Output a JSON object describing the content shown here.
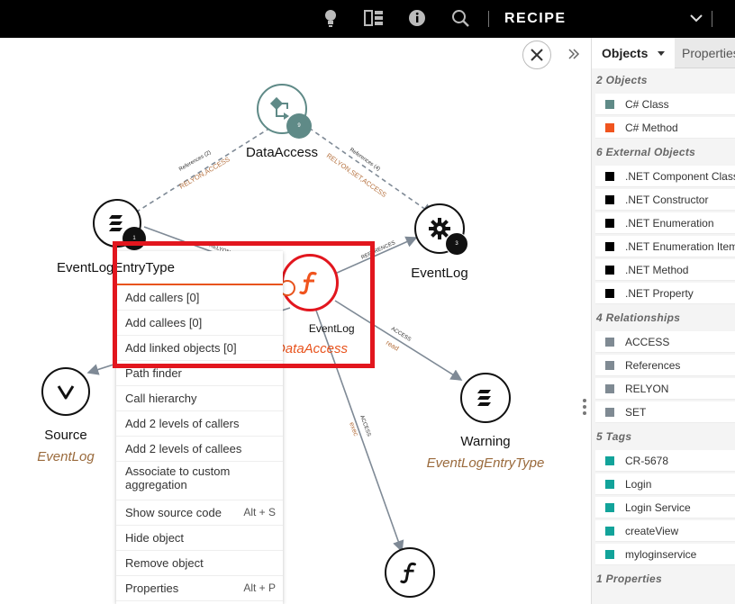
{
  "topbar": {
    "title": "RECIPE",
    "icons": [
      "lightbulb-icon",
      "columns-icon",
      "info-icon",
      "search-icon",
      "chevron-down-icon"
    ]
  },
  "graph": {
    "nodes": {
      "data_access": {
        "label": "DataAccess",
        "badge": "9",
        "icon": "component-icon"
      },
      "event_log_entry_type": {
        "label": "EventLogEntryType",
        "badge": "1",
        "icon": "enumeration-icon"
      },
      "event_log": {
        "label": "EventLog",
        "badge": "3",
        "icon": "gear-icon"
      },
      "write_to_event_log": {
        "label": "WriteToEventLog",
        "sublabel": "DataAccess",
        "icon": "function-icon"
      },
      "source": {
        "label": "Source",
        "sublabel": "EventLog",
        "icon": "property-icon"
      },
      "warning": {
        "label": "Warning",
        "sublabel": "EventLogEntryType",
        "icon": "enumeration-icon"
      },
      "bottom_function": {
        "icon": "function-icon"
      }
    },
    "edge_labels": {
      "ref_left_top": "References (2)",
      "ref_left_bottom": "RELYON,ACCESS",
      "ref_right_top": "References (4)",
      "ref_right_bottom": "RELYON,SET,ACCESS",
      "access_warning": "ACCESS",
      "access_warning_sub": "read",
      "access_bottom": "ACCESS",
      "access_bottom_sub": "exec",
      "ref_eventlog": "REFERENCES",
      "relyon_entry": "RELYON"
    }
  },
  "context_menu": {
    "title": "EventLogEntryType",
    "items": [
      {
        "label": "Add callers [0]",
        "shortcut": ""
      },
      {
        "label": "Add callees [0]",
        "shortcut": ""
      },
      {
        "label": "Add linked objects [0]",
        "shortcut": ""
      },
      {
        "label": "Path finder",
        "shortcut": ""
      },
      {
        "label": "Call hierarchy",
        "shortcut": ""
      },
      {
        "label": "Add 2 levels of callers",
        "shortcut": ""
      },
      {
        "label": "Add 2 levels of callees",
        "shortcut": ""
      },
      {
        "label": "Associate to custom aggregation",
        "shortcut": ""
      },
      {
        "label": "Show source code",
        "shortcut": "Alt + S"
      },
      {
        "label": "Hide object",
        "shortcut": ""
      },
      {
        "label": "Remove object",
        "shortcut": ""
      },
      {
        "label": "Properties",
        "shortcut": "Alt + P"
      }
    ]
  },
  "panel": {
    "tabs": {
      "objects": "Objects",
      "properties": "Properties"
    },
    "sections": [
      {
        "title": "2 Objects",
        "items": [
          {
            "label": "C# Class",
            "color": "#5f8a87"
          },
          {
            "label": "C# Method",
            "color": "#f0541e"
          }
        ]
      },
      {
        "title": "6 External Objects",
        "items": [
          {
            "label": ".NET Component Class",
            "color": "#000000"
          },
          {
            "label": ".NET Constructor",
            "color": "#000000"
          },
          {
            "label": ".NET Enumeration",
            "color": "#000000"
          },
          {
            "label": ".NET Enumeration Item",
            "color": "#000000"
          },
          {
            "label": ".NET Method",
            "color": "#000000"
          },
          {
            "label": ".NET Property",
            "color": "#000000"
          }
        ]
      },
      {
        "title": "4 Relationships",
        "items": [
          {
            "label": "ACCESS",
            "color": "#7f8a93"
          },
          {
            "label": "References",
            "color": "#7f8a93"
          },
          {
            "label": "RELYON",
            "color": "#7f8a93"
          },
          {
            "label": "SET",
            "color": "#7f8a93"
          }
        ]
      },
      {
        "title": "5 Tags",
        "items": [
          {
            "label": "CR-5678",
            "color": "#12a39a"
          },
          {
            "label": "Login",
            "color": "#12a39a"
          },
          {
            "label": "Login Service",
            "color": "#12a39a"
          },
          {
            "label": "createView",
            "color": "#12a39a"
          },
          {
            "label": "myloginservice",
            "color": "#12a39a"
          }
        ]
      },
      {
        "title": "1 Properties",
        "items": []
      }
    ]
  },
  "colors": {
    "accent": "#e8531d",
    "highlight": "#e2161e",
    "teal_node": "#5f8a87",
    "edge": "#7f8a96"
  }
}
